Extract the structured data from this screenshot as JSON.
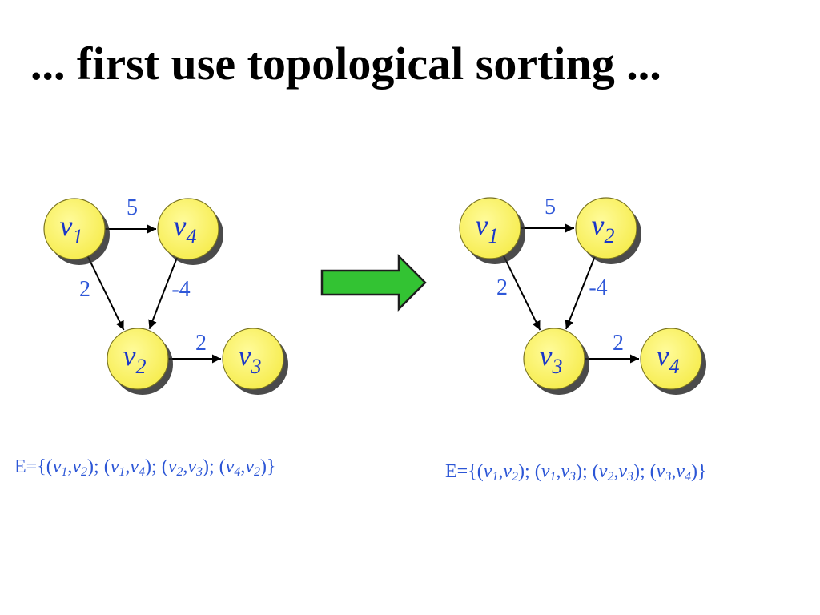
{
  "title": "... first use topological sorting ...",
  "colors": {
    "node_fill": "#fcf56a",
    "node_stroke": "#7a7420",
    "text_blue": "#1a36c8",
    "weight_blue": "#2e57d8",
    "arrow_green": "#33c333"
  },
  "left_graph": {
    "nodes": [
      {
        "id": "a",
        "name": "v",
        "sub": "1"
      },
      {
        "id": "b",
        "name": "v",
        "sub": "4"
      },
      {
        "id": "c",
        "name": "v",
        "sub": "2"
      },
      {
        "id": "d",
        "name": "v",
        "sub": "3"
      }
    ],
    "edges": [
      {
        "from": "a",
        "to": "b",
        "weight": "5"
      },
      {
        "from": "a",
        "to": "c",
        "weight": "2"
      },
      {
        "from": "b",
        "to": "c",
        "weight": "-4"
      },
      {
        "from": "c",
        "to": "d",
        "weight": "2"
      }
    ],
    "edge_set": {
      "prefix": "E={",
      "pairs": [
        {
          "a": "v",
          "a_sub": "1",
          "b": "v",
          "b_sub": "2"
        },
        {
          "a": "v",
          "a_sub": "1",
          "b": "v",
          "b_sub": "4"
        },
        {
          "a": "v",
          "a_sub": "2",
          "b": "v",
          "b_sub": "3"
        },
        {
          "a": "v",
          "a_sub": "4",
          "b": "v",
          "b_sub": "2"
        }
      ],
      "suffix": "}"
    }
  },
  "right_graph": {
    "nodes": [
      {
        "id": "a",
        "name": "v",
        "sub": "1"
      },
      {
        "id": "b",
        "name": "v",
        "sub": "2"
      },
      {
        "id": "c",
        "name": "v",
        "sub": "3"
      },
      {
        "id": "d",
        "name": "v",
        "sub": "4"
      }
    ],
    "edges": [
      {
        "from": "a",
        "to": "b",
        "weight": "5"
      },
      {
        "from": "a",
        "to": "c",
        "weight": "2"
      },
      {
        "from": "b",
        "to": "c",
        "weight": "-4"
      },
      {
        "from": "c",
        "to": "d",
        "weight": "2"
      }
    ],
    "edge_set": {
      "prefix": "E={",
      "pairs": [
        {
          "a": "v",
          "a_sub": "1",
          "b": "v",
          "b_sub": "2"
        },
        {
          "a": "v",
          "a_sub": "1",
          "b": "v",
          "b_sub": "3"
        },
        {
          "a": "v",
          "a_sub": "2",
          "b": "v",
          "b_sub": "3"
        },
        {
          "a": "v",
          "a_sub": "3",
          "b": "v",
          "b_sub": "4"
        }
      ],
      "suffix": "}"
    }
  }
}
